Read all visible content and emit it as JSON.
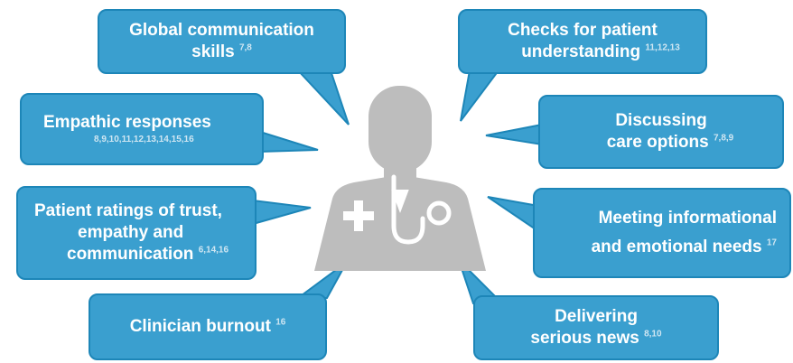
{
  "figure": {
    "icon": "doctor-with-stethoscope-icon",
    "colors": {
      "bubble": "#3a9fcf",
      "bubble_border": "#1d86b8",
      "icon": "#bdbdbd",
      "ref": "#cfe6f2"
    }
  },
  "bubbles": [
    {
      "id": "global",
      "lines": [
        "Global communication",
        "skills"
      ],
      "refs": "7,8"
    },
    {
      "id": "empathic",
      "lines": [
        "Empathic responses"
      ],
      "refs": "8,9,10,11,12,13,14,15,16"
    },
    {
      "id": "ratings",
      "lines": [
        "Patient ratings of trust,",
        "empathy and",
        "communication"
      ],
      "refs": "6,14,16"
    },
    {
      "id": "burnout",
      "lines": [
        "Clinician burnout"
      ],
      "refs": "16"
    },
    {
      "id": "checks",
      "lines": [
        "Checks for patient",
        "understanding"
      ],
      "refs": "11,12,13"
    },
    {
      "id": "care",
      "lines": [
        "Discussing",
        "care options"
      ],
      "refs": "7,8,9"
    },
    {
      "id": "needs",
      "lines": [
        "Meeting informational",
        "and emotional needs"
      ],
      "refs": "17"
    },
    {
      "id": "news",
      "lines": [
        "Delivering",
        "serious news"
      ],
      "refs": "8,10"
    }
  ]
}
